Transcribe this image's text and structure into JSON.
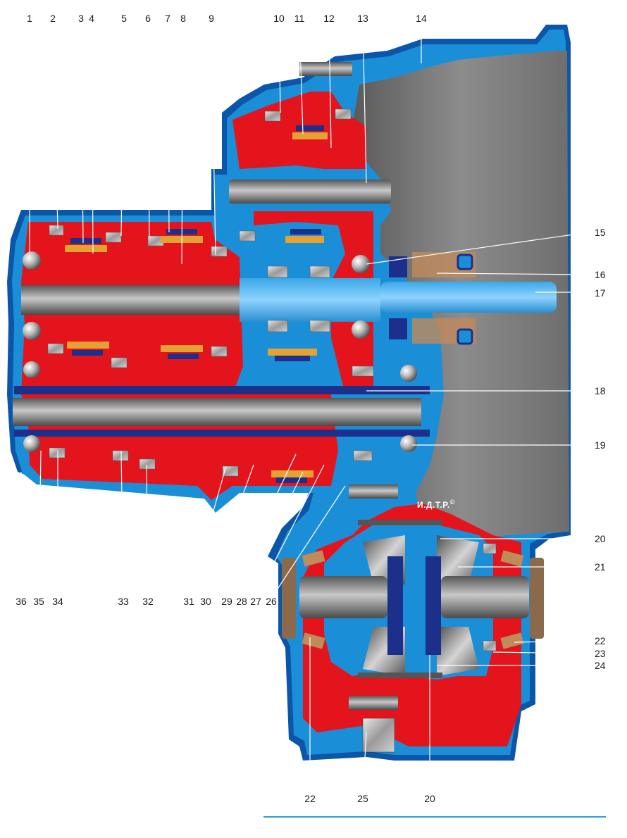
{
  "diagram": {
    "top_labels": [
      "1",
      "2",
      "3",
      "4",
      "5",
      "6",
      "7",
      "8",
      "9",
      "10",
      "11",
      "12",
      "13",
      "14"
    ],
    "right_labels": [
      "15",
      "16",
      "17",
      "18",
      "19",
      "20",
      "21",
      "22",
      "23",
      "24"
    ],
    "bottom_left_labels": [
      "36",
      "35",
      "34",
      "33",
      "32",
      "31",
      "30",
      "29",
      "28",
      "27",
      "26"
    ],
    "bottom_right_labels": [
      "22",
      "25",
      "20"
    ],
    "watermark": "И.Д.Т.Р.",
    "watermark_mark": "©",
    "colors": {
      "housing": "#1a8fd8",
      "housing_dark": "#0b56a8",
      "oil": "#e3141c",
      "shaft": "#8a8a8a",
      "bell": "#7a7a7a",
      "navy": "#1c2f8a",
      "seal": "#c08a5a",
      "bronze": "#e7a032",
      "rule": "#2aa0d8"
    }
  }
}
